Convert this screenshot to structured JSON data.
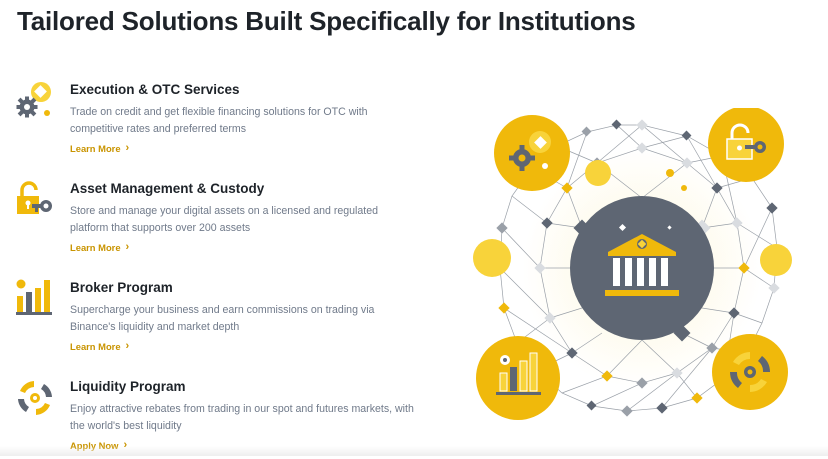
{
  "page": {
    "title": "Tailored Solutions Built Specifically for Institutions"
  },
  "services": [
    {
      "title": "Execution & OTC Services",
      "description": "Trade on credit and get flexible financing solutions for OTC with competitive rates and preferred terms",
      "link": "Learn More",
      "icon": "gear-diamond-icon"
    },
    {
      "title": "Asset Management & Custody",
      "description": "Store and manage your digital assets on a licensed and regulated platform that supports over 200 assets",
      "link": "Learn More",
      "icon": "lock-key-icon"
    },
    {
      "title": "Broker Program",
      "description": "Supercharge your business and earn commissions on trading via Binance's liquidity and market depth",
      "link": "Learn More",
      "icon": "bar-chart-icon"
    },
    {
      "title": "Liquidity Program",
      "description": "Enjoy attractive rebates from trading in our spot and futures markets, with the world's best liquidity",
      "link": "Apply Now",
      "icon": "liquidity-cycle-icon"
    }
  ],
  "colors": {
    "accent": "#F0B90B",
    "accent_light": "#F8D33A",
    "link": "#C99400",
    "dark_grey": "#5E6673",
    "text_primary": "#1E2329",
    "text_secondary": "#707A8A"
  }
}
